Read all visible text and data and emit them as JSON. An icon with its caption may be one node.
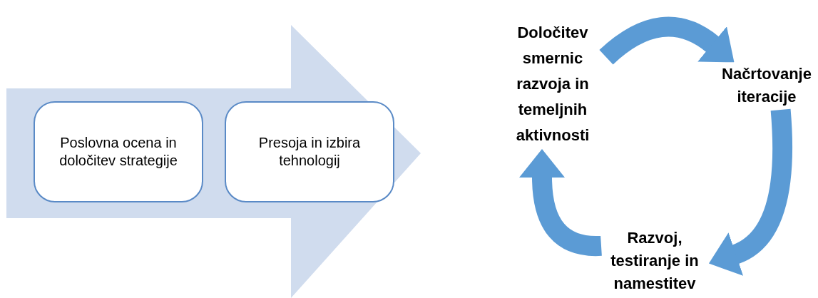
{
  "diagram": {
    "nodes": [
      {
        "text": [],
        "shape": "arrow"
      },
      {
        "text": [
          "Poslovna ocena in določitev strategije"
        ],
        "in": 0
      },
      {
        "text": [
          "Presoja in izbira tehnologij"
        ],
        "in": 0
      },
      {
        "text": [
          "Določitev smernic razvoja in temeljnih aktivnosti"
        ]
      },
      {
        "text": [
          "Načrtovanje iteracije"
        ]
      },
      {
        "text": [
          "Razvoj, testiranje in namestitev"
        ]
      }
    ],
    "edges": [
      {
        "from": 3,
        "to": 4,
        "arrow": "to"
      },
      {
        "from": 4,
        "to": 5,
        "arrow": "to"
      },
      {
        "from": 5,
        "to": 3,
        "arrow": "to"
      }
    ]
  }
}
